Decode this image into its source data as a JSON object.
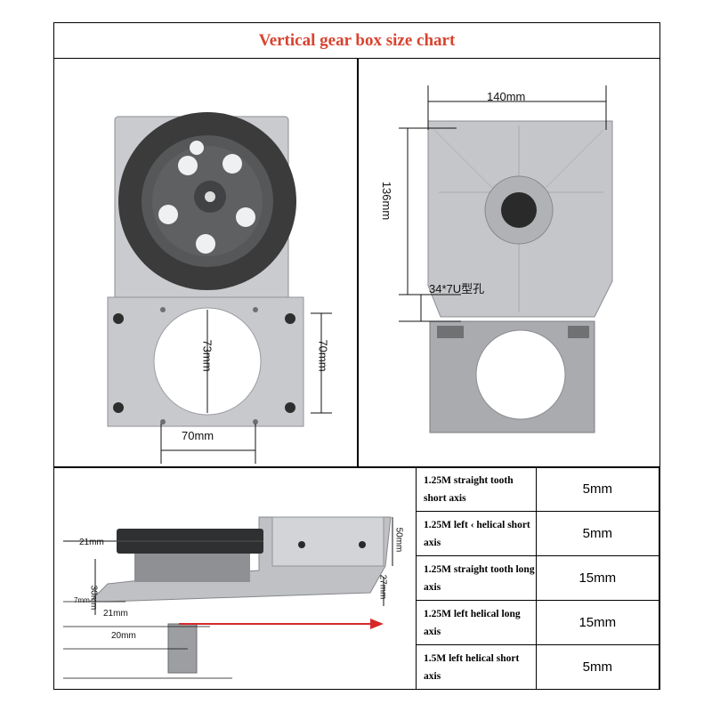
{
  "title": "Vertical gear box size chart",
  "front_view": {
    "dim_73": "73mm",
    "dim_70_vertical": "70mm",
    "dim_70_horizontal": "70mm"
  },
  "back_view": {
    "dim_140": "140mm",
    "dim_136": "136mm",
    "hole_label": "34*7U型孔"
  },
  "side_view": {
    "dim_21_top": "21mm",
    "dim_30": "30mm",
    "dim_7": "7mm",
    "dim_21_bottom": "21mm",
    "dim_20": "20mm",
    "dim_50": "50mm",
    "dim_27": "27mm"
  },
  "spec_table": [
    {
      "label": "1.25M straight tooth short axis",
      "value": "5mm"
    },
    {
      "label": "1.25M left ‹ helical short axis",
      "value": "5mm"
    },
    {
      "label": "1.25M straight tooth long axis",
      "value": "15mm"
    },
    {
      "label": "1.25M left  helical long axis",
      "value": "15mm"
    },
    {
      "label": "1.5M left helical short axis",
      "value": "5mm"
    }
  ],
  "colors": {
    "title": "#d8432f",
    "arrow": "#d6282a",
    "metal": "#c8cacc",
    "wheel": "#3a3a3a"
  }
}
